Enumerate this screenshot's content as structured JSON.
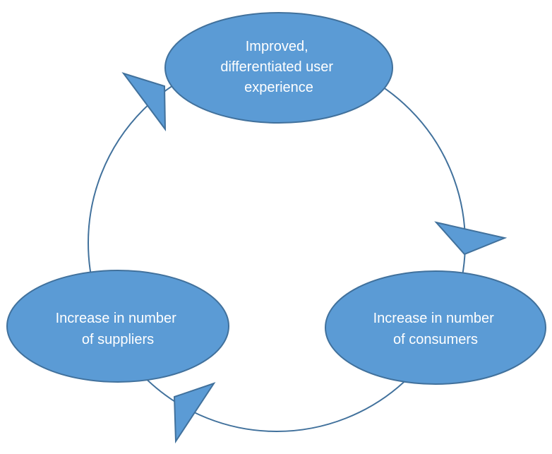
{
  "diagram": {
    "type": "cycle",
    "colors": {
      "node_fill": "#5b9bd5",
      "node_stroke": "#41719c",
      "connector": "#41719c",
      "text": "#ffffff"
    },
    "nodes": [
      {
        "id": "top",
        "lines": [
          "Improved,",
          "differentiated user",
          "experience"
        ]
      },
      {
        "id": "right",
        "lines": [
          "Increase in number",
          "of consumers"
        ]
      },
      {
        "id": "left",
        "lines": [
          "Increase in number",
          "of suppliers"
        ]
      }
    ],
    "flow": [
      "top",
      "right",
      "left",
      "top"
    ],
    "arrows": [
      {
        "from": "top",
        "to": "right",
        "direction": "clockwise"
      },
      {
        "from": "right",
        "to": "left",
        "direction": "clockwise"
      },
      {
        "from": "left",
        "to": "top",
        "direction": "clockwise"
      }
    ]
  }
}
